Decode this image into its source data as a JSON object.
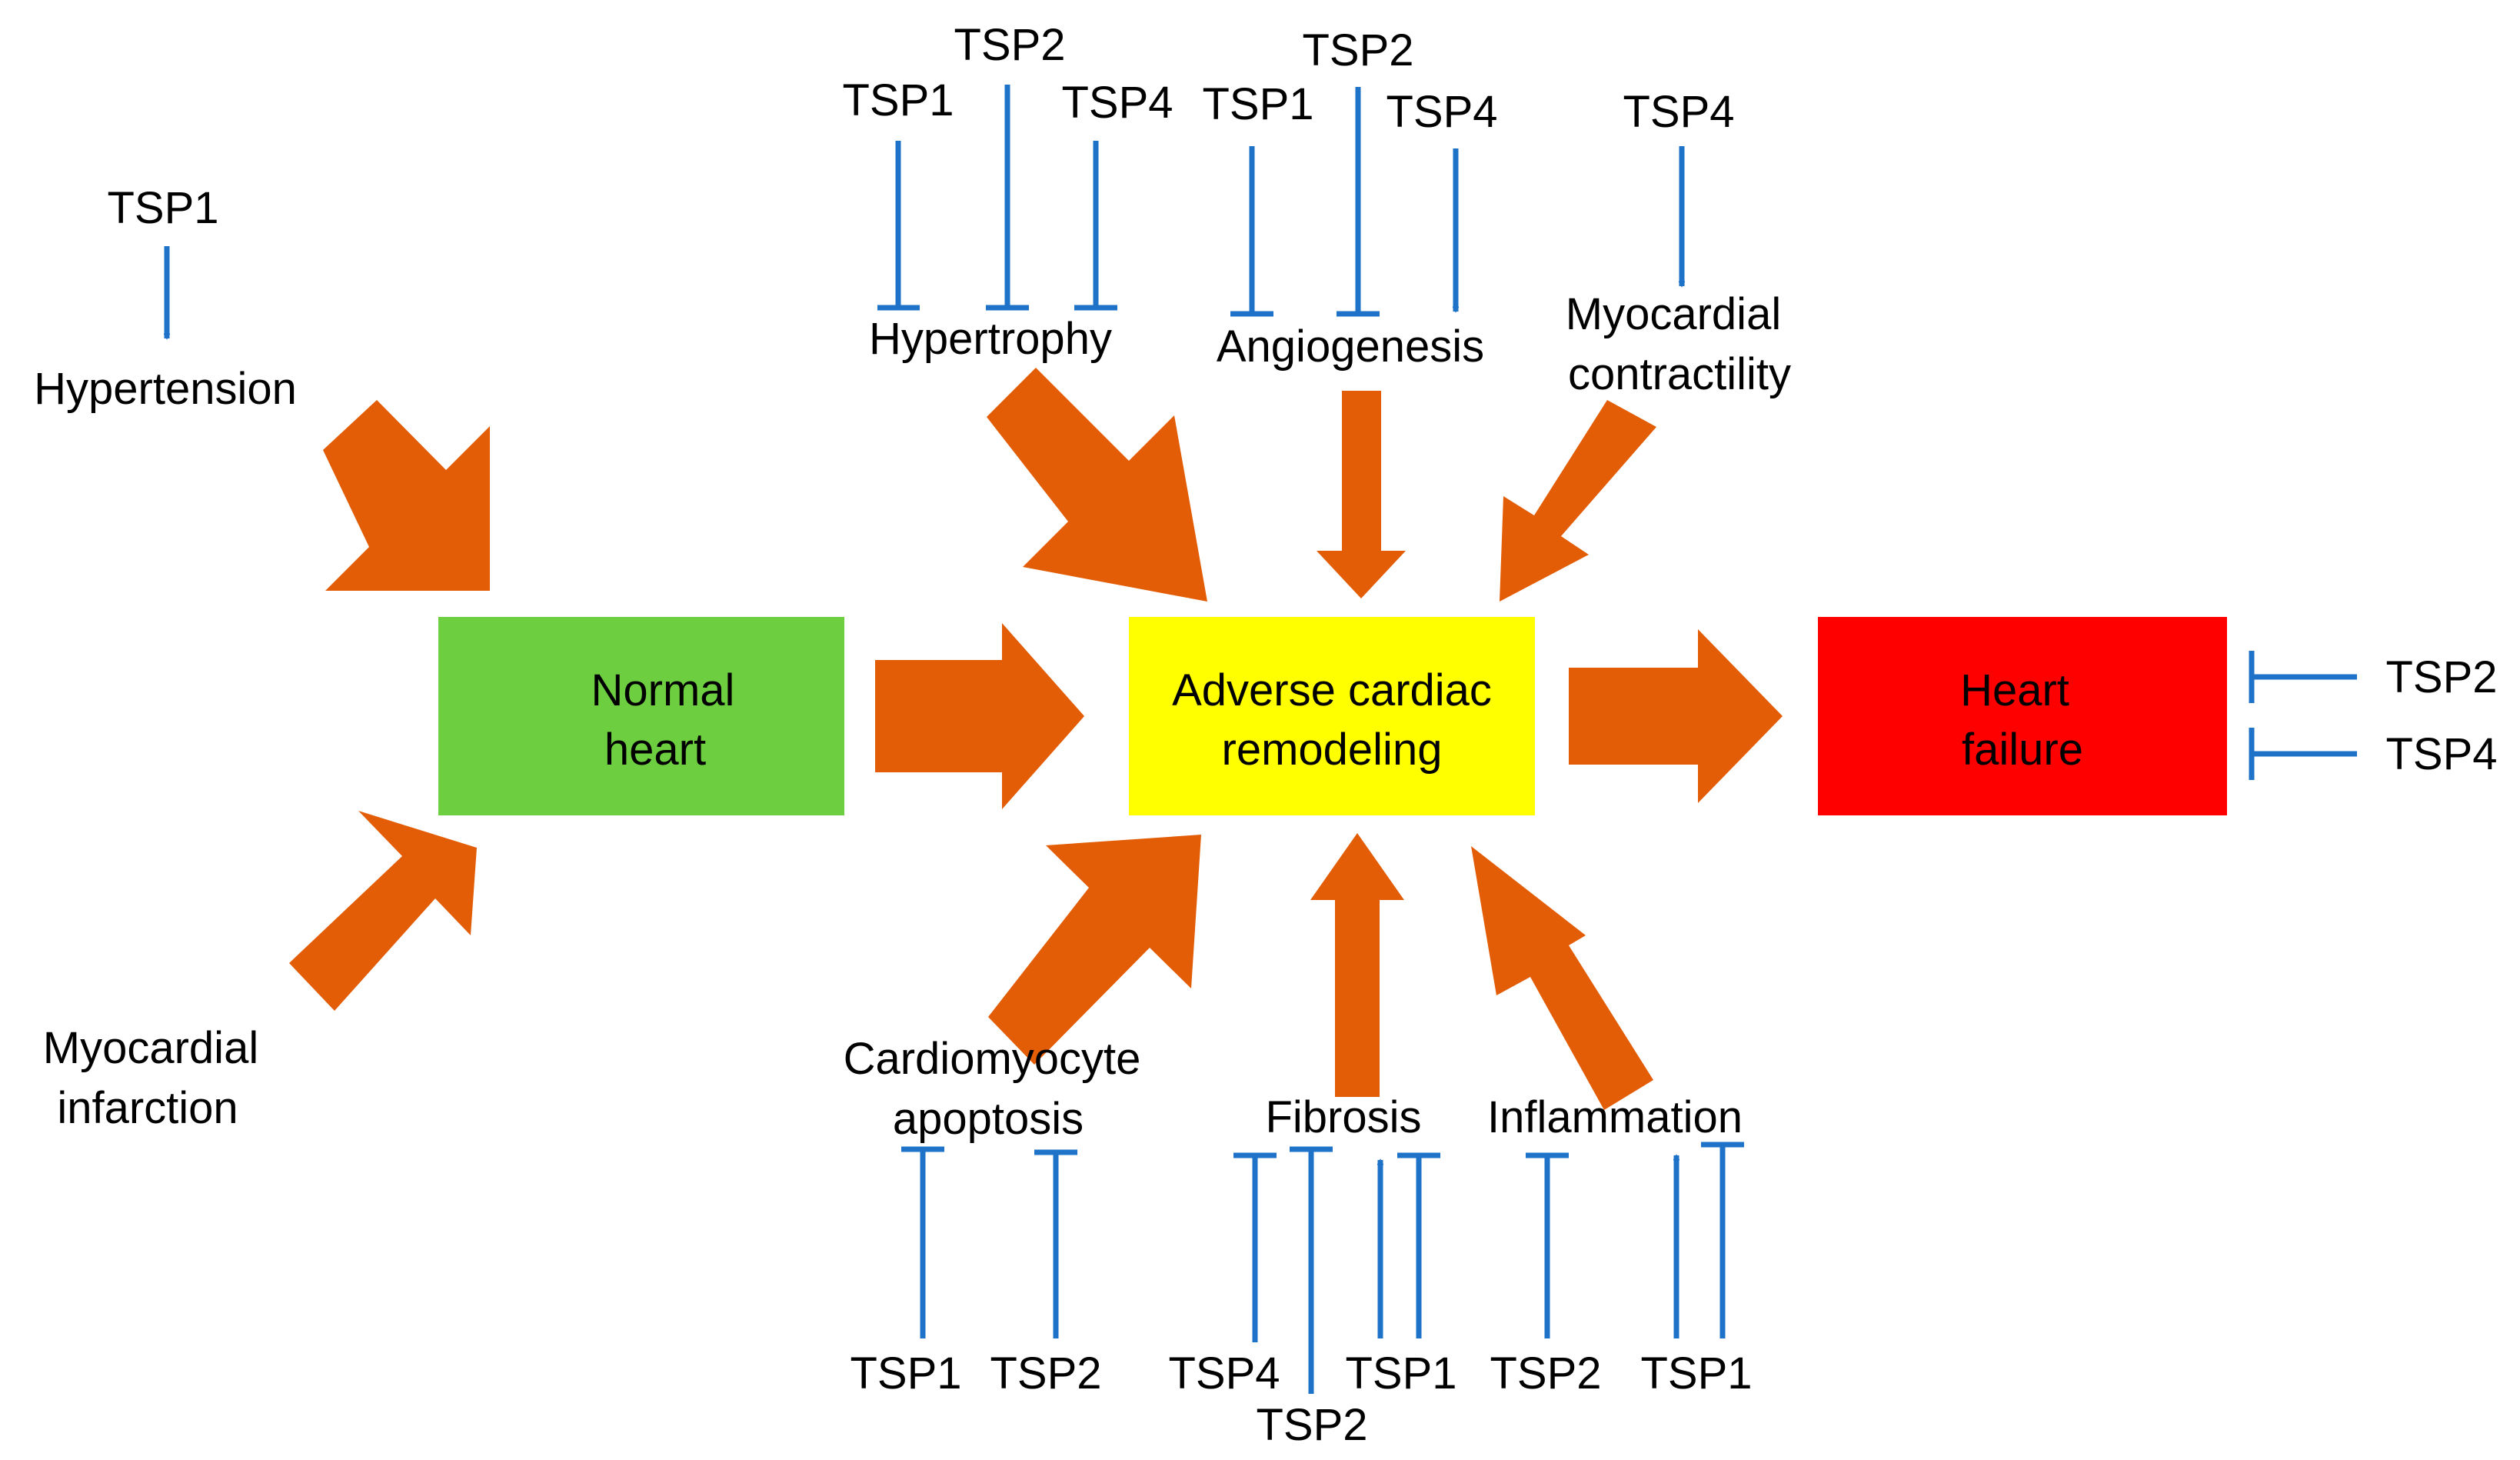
{
  "colors": {
    "normal_heart": "#6dcf3f",
    "adverse_remodeling": "#ffff00",
    "heart_failure": "#ff0000",
    "big_arrow": "#e35d06",
    "regulator_line": "#1e73c8",
    "text": "#000000"
  },
  "boxes": {
    "normal_heart": {
      "line1": "Normal",
      "line2": "heart"
    },
    "adverse_remodeling": {
      "line1": "Adverse cardiac",
      "line2": "remodeling"
    },
    "heart_failure": {
      "line1": "Heart",
      "line2": "failure"
    }
  },
  "processes": {
    "hypertension": "Hypertension",
    "myocardial_infarction": {
      "line1": "Myocardial",
      "line2": "infarction"
    },
    "hypertrophy": "Hypertrophy",
    "angiogenesis": "Angiogenesis",
    "myocardial_contractility": {
      "line1": "Myocardial",
      "line2": "contractility"
    },
    "cardiomyocyte_apoptosis": {
      "line1": "Cardiomyocyte",
      "line2": "apoptosis"
    },
    "fibrosis": "Fibrosis",
    "inflammation": "Inflammation"
  },
  "regulators": {
    "hypertension_tsp1": {
      "label": "TSP1",
      "effect": "promotes"
    },
    "hypertrophy_tsp1": {
      "label": "TSP1",
      "effect": "inhibits"
    },
    "hypertrophy_tsp2": {
      "label": "TSP2",
      "effect": "inhibits"
    },
    "hypertrophy_tsp4": {
      "label": "TSP4",
      "effect": "inhibits"
    },
    "angiogenesis_tsp1": {
      "label": "TSP1",
      "effect": "inhibits"
    },
    "angiogenesis_tsp2": {
      "label": "TSP2",
      "effect": "inhibits"
    },
    "angiogenesis_tsp4": {
      "label": "TSP4",
      "effect": "promotes"
    },
    "contractility_tsp4": {
      "label": "TSP4",
      "effect": "promotes"
    },
    "heart_failure_tsp2": {
      "label": "TSP2",
      "effect": "inhibits"
    },
    "heart_failure_tsp4": {
      "label": "TSP4",
      "effect": "inhibits"
    },
    "apoptosis_tsp1": {
      "label": "TSP1",
      "effect": "inhibits"
    },
    "apoptosis_tsp2": {
      "label": "TSP2",
      "effect": "inhibits"
    },
    "fibrosis_tsp4": {
      "label": "TSP4",
      "effect": "inhibits"
    },
    "fibrosis_tsp2": {
      "label": "TSP2",
      "effect": "inhibits"
    },
    "fibrosis_tsp1_promotes": {
      "label": "TSP1",
      "effect": "promotes"
    },
    "fibrosis_tsp1_inhibits": {
      "label": "TSP1",
      "effect": "inhibits"
    },
    "inflammation_tsp2": {
      "label": "TSP2",
      "effect": "inhibits"
    },
    "inflammation_tsp1_promotes": {
      "label": "TSP1",
      "effect": "promotes"
    },
    "inflammation_tsp1_inhibits": {
      "label": "TSP1",
      "effect": "inhibits"
    }
  }
}
